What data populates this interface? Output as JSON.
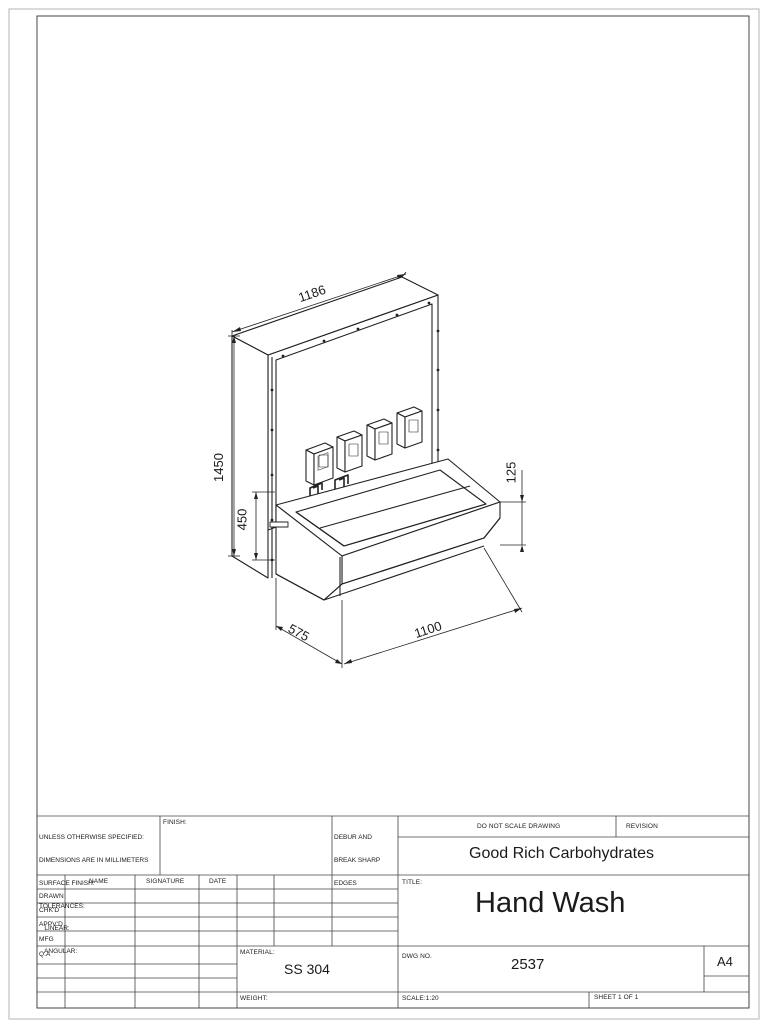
{
  "dimensions": {
    "width": "1186",
    "height": "1450",
    "counter_height": "450",
    "bowl_depth": "125",
    "depth": "575",
    "length": "1100"
  },
  "title_block": {
    "general_notes": [
      "UNLESS OTHERWISE SPECIFIED:",
      "DIMENSIONS ARE IN MILLIMETERS",
      "SURFACE FINISH:",
      "TOLERANCES:",
      "   LINEAR:",
      "   ANGULAR:"
    ],
    "finish_label": "FINISH:",
    "deburr_note": [
      "DEBUR AND",
      "BREAK SHARP",
      "EDGES"
    ],
    "do_not_scale": "DO NOT SCALE DRAWING",
    "revision_label": "REVISION",
    "company": "Good Rich Carbohydrates",
    "columns": {
      "name": "NAME",
      "signature": "SIGNATURE",
      "date": "DATE"
    },
    "rows": [
      "DRAWN",
      "CHK'D",
      "APPV'D",
      "MFG",
      "Q.A"
    ],
    "title_label": "TITLE:",
    "title": "Hand Wash",
    "material_label": "MATERIAL:",
    "material": "SS 304",
    "dwg_no_label": "DWG NO.",
    "dwg_no": "2537",
    "size": "A4",
    "weight_label": "WEIGHT:",
    "scale": "SCALE:1:20",
    "sheet": "SHEET 1 OF 1"
  }
}
